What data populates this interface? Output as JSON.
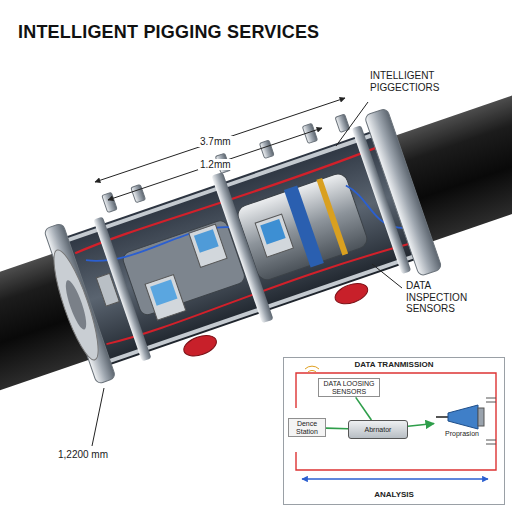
{
  "diagram": {
    "title": "INTELLIGENT PIGGING SERVICES",
    "nodes": [
      {
        "text": [
          "DATA TRANMISSION",
          "ANALYSIS"
        ]
      },
      {
        "text": [
          "DATA LOOSING SENSORS"
        ],
        "in": 0
      },
      {
        "text": [
          "Dence Station"
        ],
        "in": 0
      },
      {
        "text": [
          "Abrnator"
        ],
        "in": 0
      },
      {
        "text": [
          "Proprasion"
        ],
        "in": 0
      }
    ],
    "edges": [
      {
        "from": 1,
        "to": 3,
        "arrow": "none"
      },
      {
        "from": 2,
        "to": 3,
        "arrow": "none"
      },
      {
        "from": 3,
        "to": 4,
        "arrow": "to"
      }
    ],
    "labels": [
      "INTELLIGENT PIGGECTIORS",
      "3.7mm",
      "1.2mm",
      "DATA INSPECTION SENSORS",
      "1,2200 mm"
    ]
  }
}
